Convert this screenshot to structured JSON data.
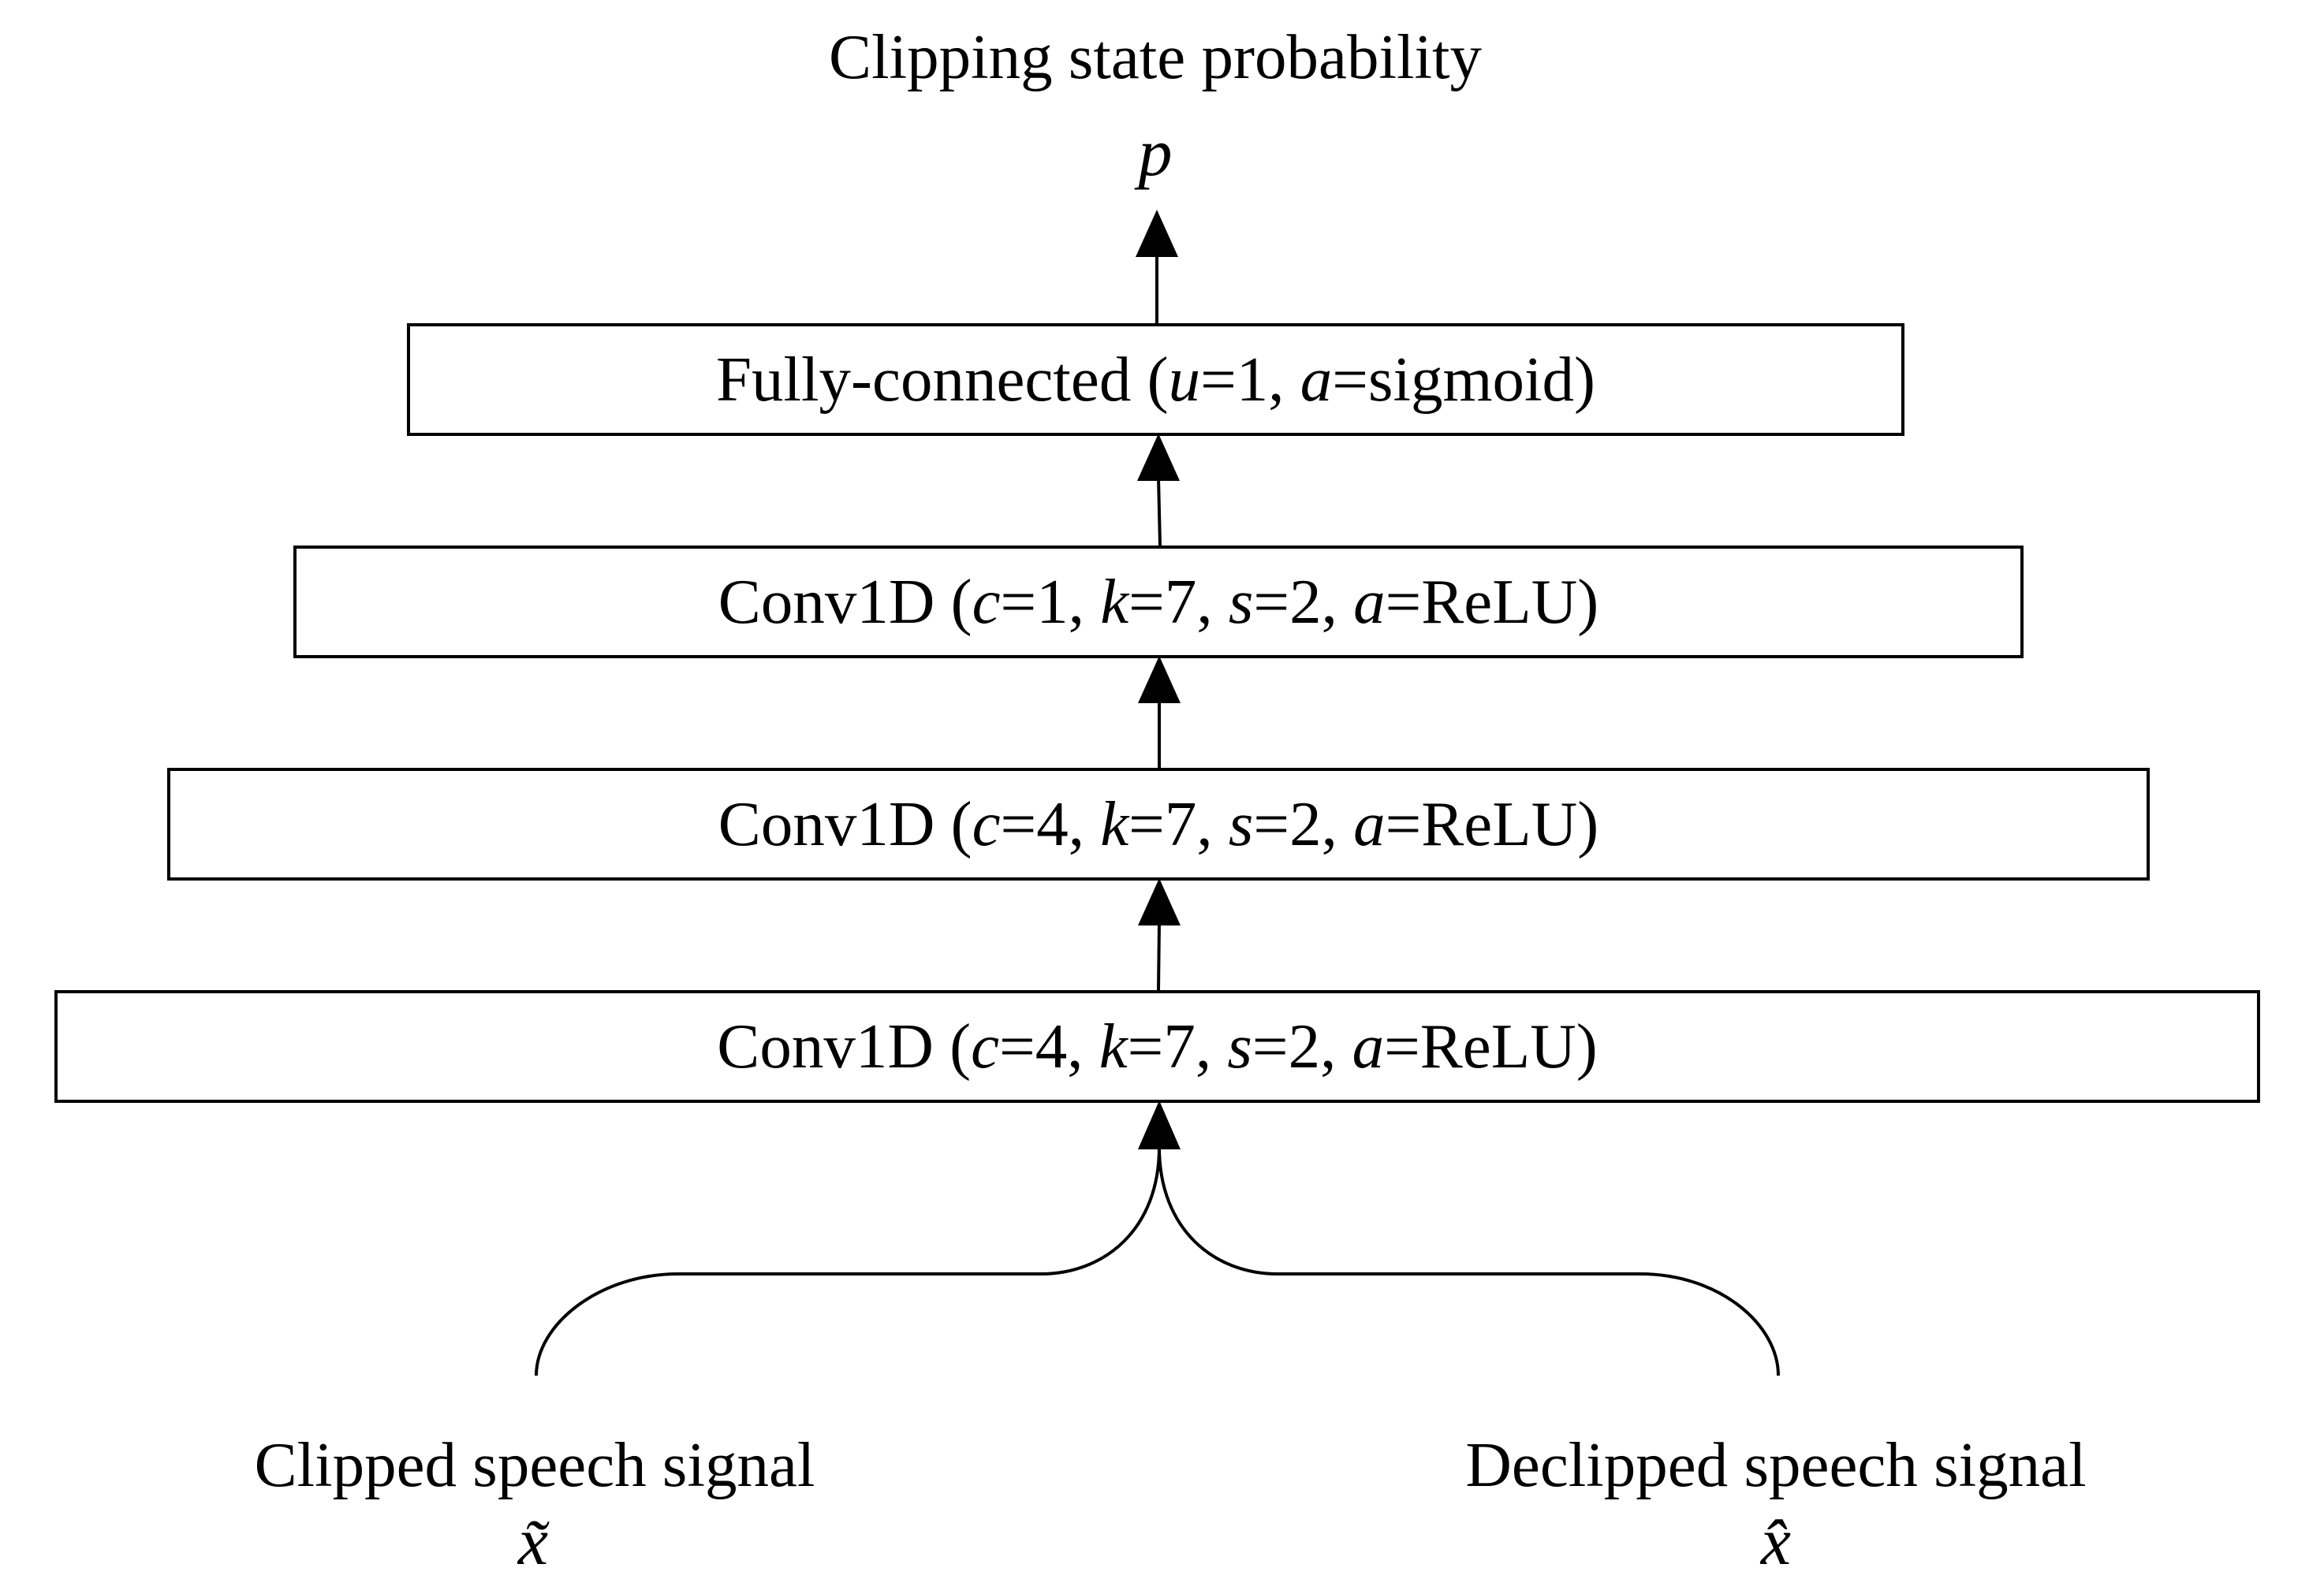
{
  "output": {
    "label": "Clipping state probability",
    "symbol": "p"
  },
  "layers": [
    {
      "name": "Fully-connected",
      "params": [
        {
          "key": "u",
          "value": "1"
        },
        {
          "key": "a",
          "value": "sigmoid"
        }
      ]
    },
    {
      "name": "Conv1D",
      "params": [
        {
          "key": "c",
          "value": "1"
        },
        {
          "key": "k",
          "value": "7"
        },
        {
          "key": "s",
          "value": "2"
        },
        {
          "key": "a",
          "value": "ReLU"
        }
      ]
    },
    {
      "name": "Conv1D",
      "params": [
        {
          "key": "c",
          "value": "4"
        },
        {
          "key": "k",
          "value": "7"
        },
        {
          "key": "s",
          "value": "2"
        },
        {
          "key": "a",
          "value": "ReLU"
        }
      ]
    },
    {
      "name": "Conv1D",
      "params": [
        {
          "key": "c",
          "value": "4"
        },
        {
          "key": "k",
          "value": "7"
        },
        {
          "key": "s",
          "value": "2"
        },
        {
          "key": "a",
          "value": "ReLU"
        }
      ]
    }
  ],
  "inputs": [
    {
      "label": "Clipped speech signal",
      "symbol": "x̃"
    },
    {
      "label": "Declipped speech signal",
      "symbol": "x̂"
    }
  ]
}
